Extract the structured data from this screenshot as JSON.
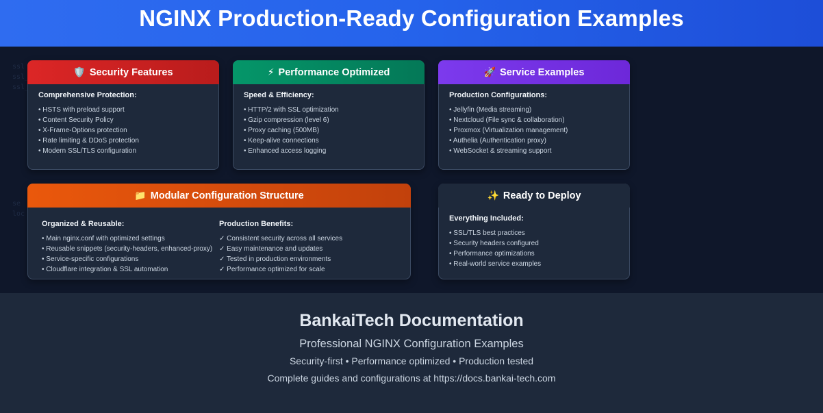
{
  "header": {
    "title": "NGINX Production-Ready Configuration Examples"
  },
  "cards": {
    "security": {
      "icon": "shield-icon",
      "title": "Security Features",
      "subtitle": "Comprehensive Protection:",
      "items": [
        "• HSTS with preload support",
        "• Content Security Policy",
        "• X-Frame-Options protection",
        "• Rate limiting & DDoS protection",
        "• Modern SSL/TLS configuration"
      ]
    },
    "performance": {
      "icon": "lightning-icon",
      "title": "Performance Optimized",
      "subtitle": "Speed & Efficiency:",
      "items": [
        "• HTTP/2 with SSL optimization",
        "• Gzip compression (level 6)",
        "• Proxy caching (500MB)",
        "• Keep-alive connections",
        "• Enhanced access logging"
      ]
    },
    "service": {
      "icon": "rocket-icon",
      "title": "Service Examples",
      "subtitle": "Production Configurations:",
      "items": [
        "• Jellyfin (Media streaming)",
        "• Nextcloud (File sync & collaboration)",
        "• Proxmox (Virtualization management)",
        "• Authelia (Authentication proxy)",
        "• WebSocket & streaming support"
      ]
    },
    "modular": {
      "icon": "folder-icon",
      "title": "Modular Configuration Structure",
      "left": {
        "subtitle": "Organized & Reusable:",
        "items": [
          "• Main nginx.conf with optimized settings",
          "• Reusable snippets (security-headers, enhanced-proxy)",
          "• Service-specific configurations",
          "• Cloudflare integration & SSL automation"
        ]
      },
      "right": {
        "subtitle": "Production Benefits:",
        "items": [
          "✓ Consistent security across all services",
          "✓ Easy maintenance and updates",
          "✓ Tested in production environments",
          "✓ Performance optimized for scale"
        ]
      }
    },
    "ready": {
      "icon": "sparkles-icon",
      "title": "Ready to Deploy",
      "subtitle": "Everything Included:",
      "items": [
        "• SSL/TLS best practices",
        "• Security headers configured",
        "• Performance optimizations",
        "• Real-world service examples"
      ]
    }
  },
  "footer": {
    "brand": "BankaiTech Documentation",
    "tagline": "Professional NGINX Configuration Examples",
    "features": "Security-first • Performance optimized • Production tested",
    "link_text": "Complete guides and configurations at https://docs.bankai-tech.com"
  }
}
